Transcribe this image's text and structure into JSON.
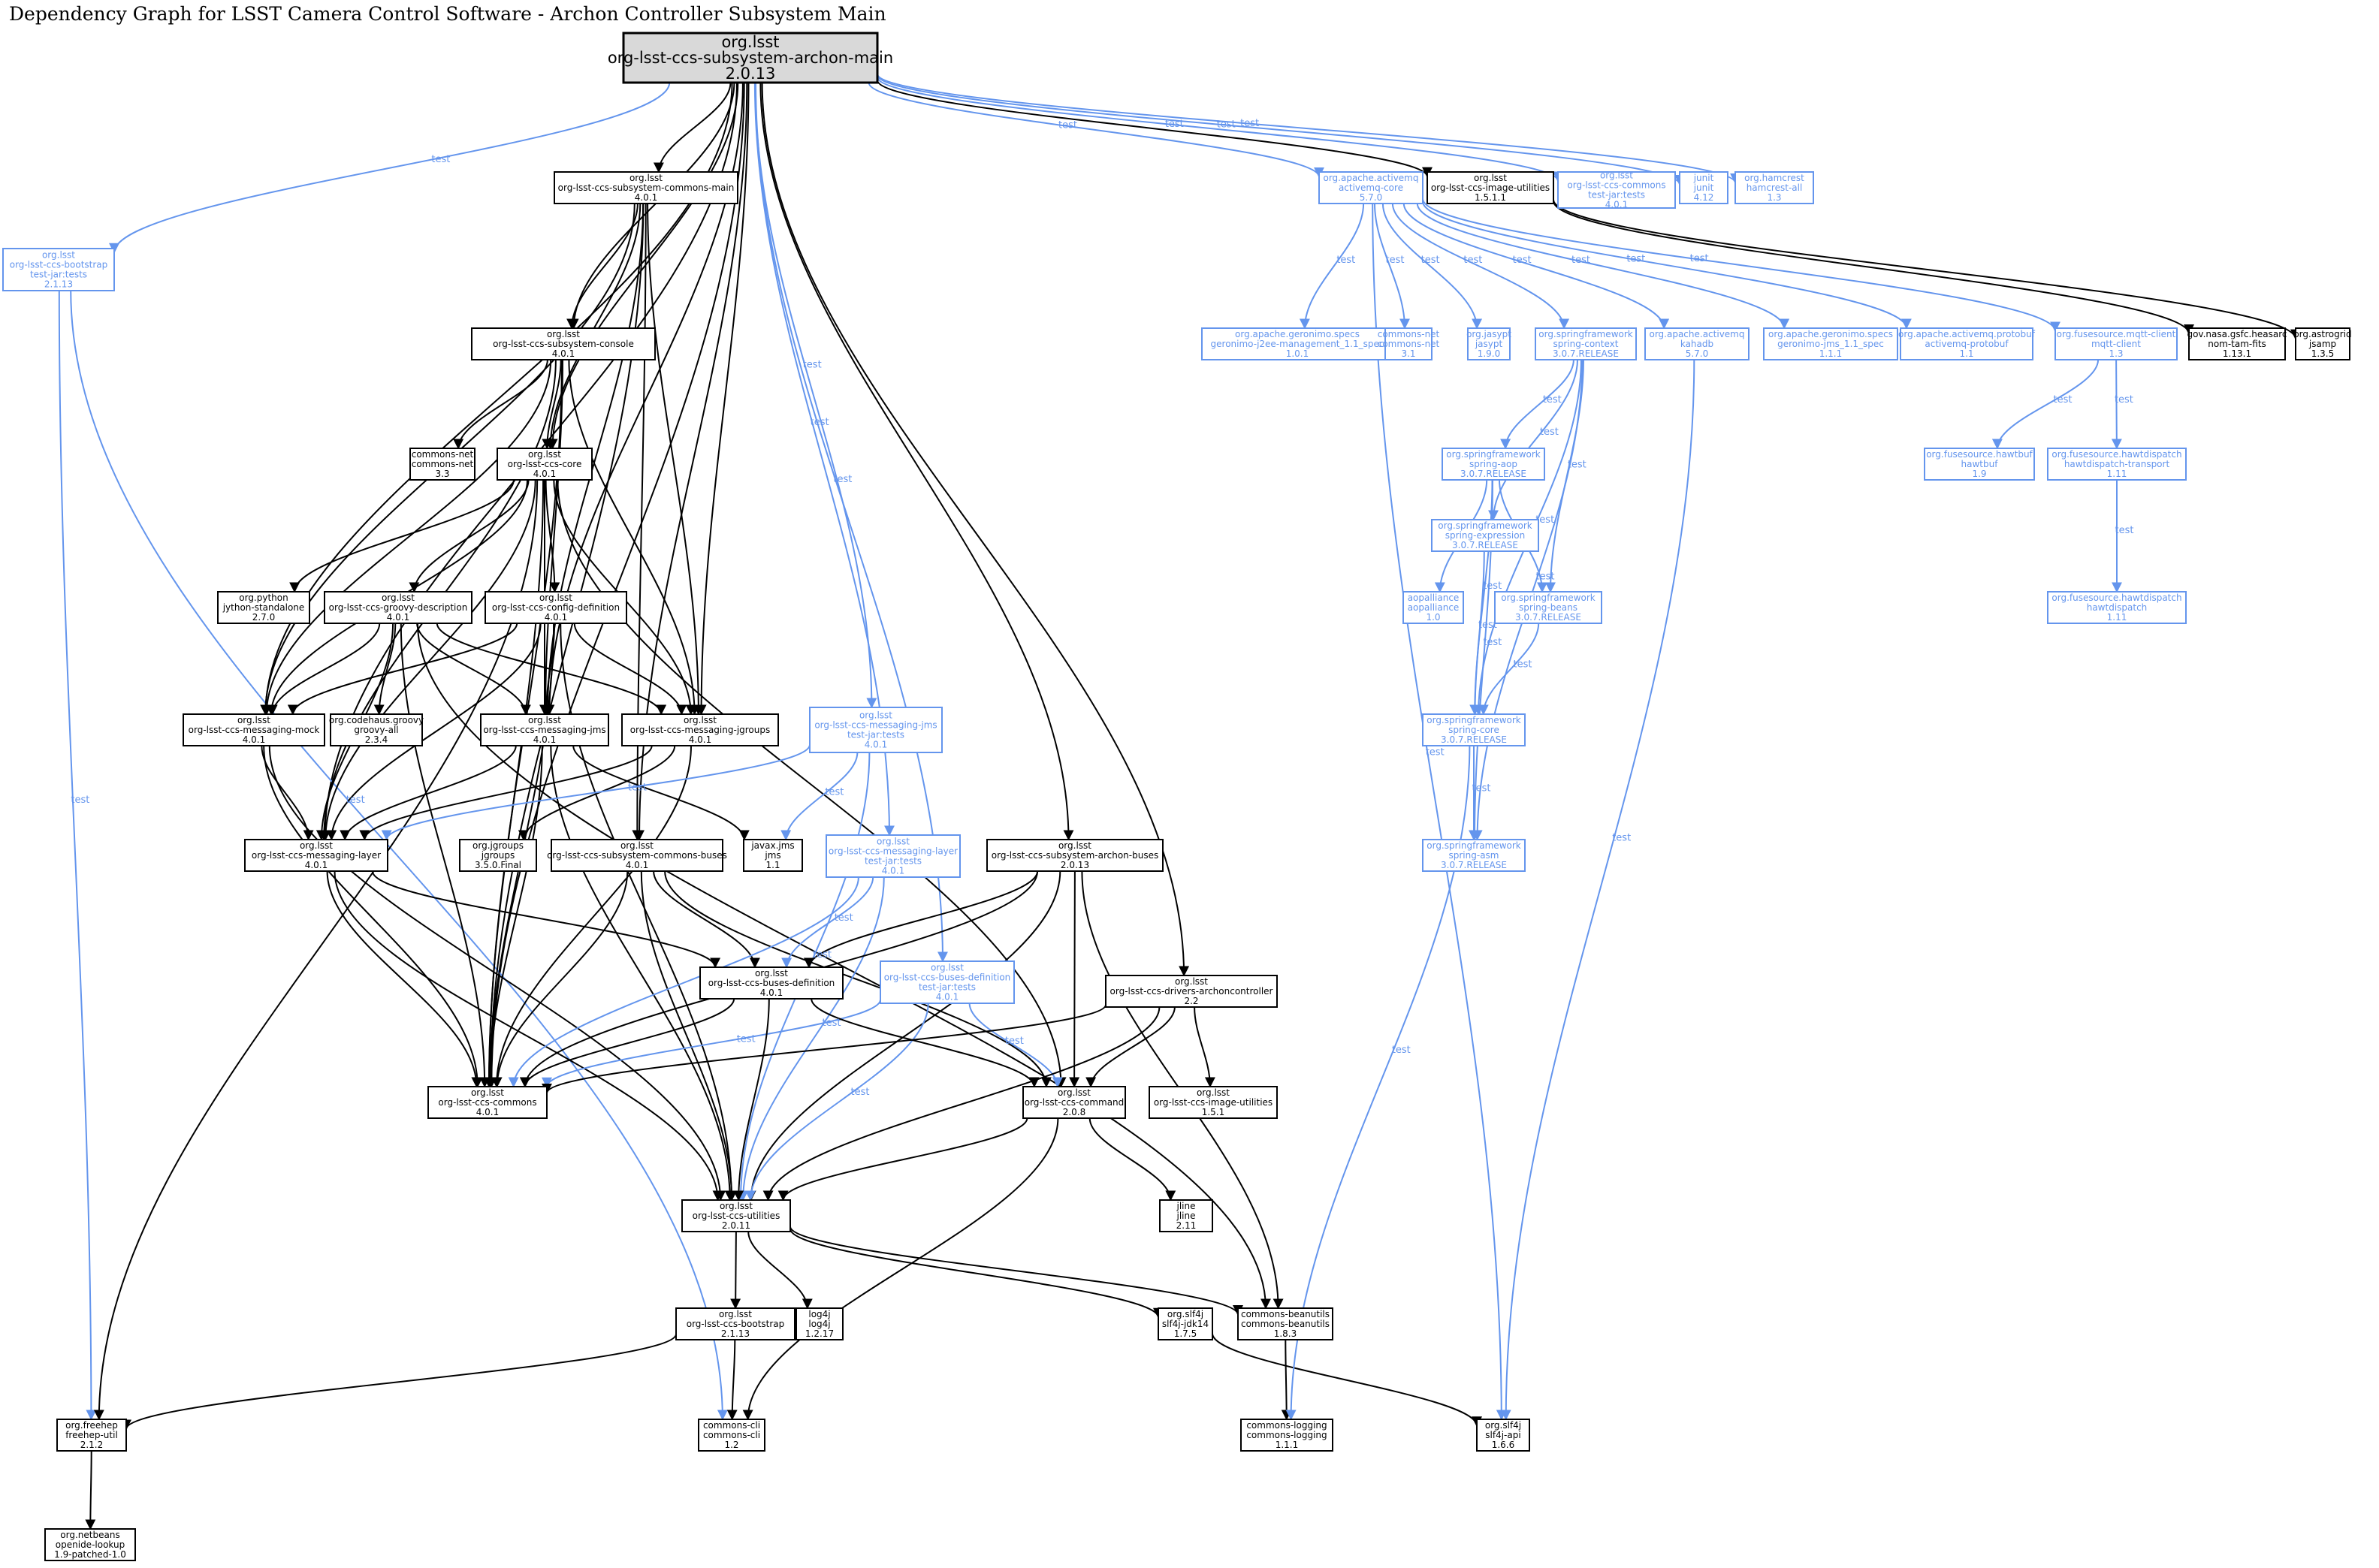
{
  "title": "Dependency Graph for LSST Camera Control Software - Archon Controller Subsystem Main",
  "edge_label": "test",
  "nodes": {
    "root": {
      "lines": [
        "org.lsst",
        "org-lsst-ccs-subsystem-archon-main",
        "2.0.13"
      ],
      "kind": "root"
    },
    "bootstrap_tests": {
      "lines": [
        "org.lsst",
        "org-lsst-ccs-bootstrap",
        "test-jar:tests",
        "2.1.13"
      ],
      "kind": "test"
    },
    "commons_main": {
      "lines": [
        "org.lsst",
        "org-lsst-ccs-subsystem-commons-main",
        "4.0.1"
      ],
      "kind": "dep"
    },
    "console": {
      "lines": [
        "org.lsst",
        "org-lsst-ccs-subsystem-console",
        "4.0.1"
      ],
      "kind": "dep"
    },
    "commons_net_dep": {
      "lines": [
        "commons-net",
        "commons-net",
        "3.3"
      ],
      "kind": "dep"
    },
    "core": {
      "lines": [
        "org.lsst",
        "org-lsst-ccs-core",
        "4.0.1"
      ],
      "kind": "dep"
    },
    "jython": {
      "lines": [
        "org.python",
        "jython-standalone",
        "2.7.0"
      ],
      "kind": "dep"
    },
    "groovy_desc": {
      "lines": [
        "org.lsst",
        "org-lsst-ccs-groovy-description",
        "4.0.1"
      ],
      "kind": "dep"
    },
    "config_def": {
      "lines": [
        "org.lsst",
        "org-lsst-ccs-config-definition",
        "4.0.1"
      ],
      "kind": "dep"
    },
    "msg_mock": {
      "lines": [
        "org.lsst",
        "org-lsst-ccs-messaging-mock",
        "4.0.1"
      ],
      "kind": "dep"
    },
    "groovy_all": {
      "lines": [
        "org.codehaus.groovy",
        "groovy-all",
        "2.3.4"
      ],
      "kind": "dep"
    },
    "msg_jms": {
      "lines": [
        "org.lsst",
        "org-lsst-ccs-messaging-jms",
        "4.0.1"
      ],
      "kind": "dep"
    },
    "msg_jgroups": {
      "lines": [
        "org.lsst",
        "org-lsst-ccs-messaging-jgroups",
        "4.0.1"
      ],
      "kind": "dep"
    },
    "msg_jms_tests": {
      "lines": [
        "org.lsst",
        "org-lsst-ccs-messaging-jms",
        "test-jar:tests",
        "4.0.1"
      ],
      "kind": "test"
    },
    "msg_layer": {
      "lines": [
        "org.lsst",
        "org-lsst-ccs-messaging-layer",
        "4.0.1"
      ],
      "kind": "dep"
    },
    "jgroups": {
      "lines": [
        "org.jgroups",
        "jgroups",
        "3.5.0.Final"
      ],
      "kind": "dep"
    },
    "javax_jms": {
      "lines": [
        "javax.jms",
        "jms",
        "1.1"
      ],
      "kind": "dep"
    },
    "commons_buses": {
      "lines": [
        "org.lsst",
        "org-lsst-ccs-subsystem-commons-buses",
        "4.0.1"
      ],
      "kind": "dep"
    },
    "msg_layer_tests": {
      "lines": [
        "org.lsst",
        "org-lsst-ccs-messaging-layer",
        "test-jar:tests",
        "4.0.1"
      ],
      "kind": "test"
    },
    "archon_buses": {
      "lines": [
        "org.lsst",
        "org-lsst-ccs-subsystem-archon-buses",
        "2.0.13"
      ],
      "kind": "dep"
    },
    "buses_def": {
      "lines": [
        "org.lsst",
        "org-lsst-ccs-buses-definition",
        "4.0.1"
      ],
      "kind": "dep"
    },
    "buses_def_tests": {
      "lines": [
        "org.lsst",
        "org-lsst-ccs-buses-definition",
        "test-jar:tests",
        "4.0.1"
      ],
      "kind": "test"
    },
    "drivers_archon": {
      "lines": [
        "org.lsst",
        "org-lsst-ccs-drivers-archoncontroller",
        "2.2"
      ],
      "kind": "dep"
    },
    "ccs_commons": {
      "lines": [
        "org.lsst",
        "org-lsst-ccs-commons",
        "4.0.1"
      ],
      "kind": "dep"
    },
    "ccs_command": {
      "lines": [
        "org.lsst",
        "org-lsst-ccs-command",
        "2.0.8"
      ],
      "kind": "dep"
    },
    "img_util_low": {
      "lines": [
        "org.lsst",
        "org-lsst-ccs-image-utilities",
        "1.5.1"
      ],
      "kind": "dep"
    },
    "utilities": {
      "lines": [
        "org.lsst",
        "org-lsst-ccs-utilities",
        "2.0.11"
      ],
      "kind": "dep"
    },
    "jline": {
      "lines": [
        "jline",
        "jline",
        "2.11"
      ],
      "kind": "dep"
    },
    "bootstrap": {
      "lines": [
        "org.lsst",
        "org-lsst-ccs-bootstrap",
        "2.1.13"
      ],
      "kind": "dep"
    },
    "log4j": {
      "lines": [
        "log4j",
        "log4j",
        "1.2.17"
      ],
      "kind": "dep"
    },
    "slf4j_jdk14": {
      "lines": [
        "org.slf4j",
        "slf4j-jdk14",
        "1.7.5"
      ],
      "kind": "dep"
    },
    "beanutils": {
      "lines": [
        "commons-beanutils",
        "commons-beanutils",
        "1.8.3"
      ],
      "kind": "dep"
    },
    "freehep": {
      "lines": [
        "org.freehep",
        "freehep-util",
        "2.1.2"
      ],
      "kind": "dep"
    },
    "commons_cli": {
      "lines": [
        "commons-cli",
        "commons-cli",
        "1.2"
      ],
      "kind": "dep"
    },
    "commons_logging": {
      "lines": [
        "commons-logging",
        "commons-logging",
        "1.1.1"
      ],
      "kind": "dep"
    },
    "slf4j_api": {
      "lines": [
        "org.slf4j",
        "slf4j-api",
        "1.6.6"
      ],
      "kind": "dep"
    },
    "netbeans": {
      "lines": [
        "org.netbeans",
        "openide-lookup",
        "1.9-patched-1.0"
      ],
      "kind": "dep"
    },
    "activemq_core": {
      "lines": [
        "org.apache.activemq",
        "activemq-core",
        "5.7.0"
      ],
      "kind": "test"
    },
    "img_util_top": {
      "lines": [
        "org.lsst",
        "org-lsst-ccs-image-utilities",
        "1.5.1.1"
      ],
      "kind": "dep"
    },
    "ccs_commons_tests": {
      "lines": [
        "org.lsst",
        "org-lsst-ccs-commons",
        "test-jar:tests",
        "4.0.1"
      ],
      "kind": "test"
    },
    "junit": {
      "lines": [
        "junit",
        "junit",
        "4.12"
      ],
      "kind": "test"
    },
    "hamcrest": {
      "lines": [
        "org.hamcrest",
        "hamcrest-all",
        "1.3"
      ],
      "kind": "test"
    },
    "geronimo_j2ee": {
      "lines": [
        "org.apache.geronimo.specs",
        "geronimo-j2ee-management_1.1_spec",
        "1.0.1"
      ],
      "kind": "test"
    },
    "commons_net_test": {
      "lines": [
        "commons-net",
        "commons-net",
        "3.1"
      ],
      "kind": "test"
    },
    "jasypt": {
      "lines": [
        "org.jasypt",
        "jasypt",
        "1.9.0"
      ],
      "kind": "test"
    },
    "spring_context": {
      "lines": [
        "org.springframework",
        "spring-context",
        "3.0.7.RELEASE"
      ],
      "kind": "test"
    },
    "kahadb": {
      "lines": [
        "org.apache.activemq",
        "kahadb",
        "5.7.0"
      ],
      "kind": "test"
    },
    "geronimo_jms": {
      "lines": [
        "org.apache.geronimo.specs",
        "geronimo-jms_1.1_spec",
        "1.1.1"
      ],
      "kind": "test"
    },
    "activemq_protobuf": {
      "lines": [
        "org.apache.activemq.protobuf",
        "activemq-protobuf",
        "1.1"
      ],
      "kind": "test"
    },
    "mqtt_client": {
      "lines": [
        "org.fusesource.mqtt-client",
        "mqtt-client",
        "1.3"
      ],
      "kind": "test"
    },
    "nom_tam_fits": {
      "lines": [
        "gov.nasa.gsfc.heasarc",
        "nom-tam-fits",
        "1.13.1"
      ],
      "kind": "dep"
    },
    "jsamp": {
      "lines": [
        "org.astrogrid",
        "jsamp",
        "1.3.5"
      ],
      "kind": "dep"
    },
    "spring_aop": {
      "lines": [
        "org.springframework",
        "spring-aop",
        "3.0.7.RELEASE"
      ],
      "kind": "test"
    },
    "spring_expression": {
      "lines": [
        "org.springframework",
        "spring-expression",
        "3.0.7.RELEASE"
      ],
      "kind": "test"
    },
    "aopalliance": {
      "lines": [
        "aopalliance",
        "aopalliance",
        "1.0"
      ],
      "kind": "test"
    },
    "spring_beans": {
      "lines": [
        "org.springframework",
        "spring-beans",
        "3.0.7.RELEASE"
      ],
      "kind": "test"
    },
    "spring_core": {
      "lines": [
        "org.springframework",
        "spring-core",
        "3.0.7.RELEASE"
      ],
      "kind": "test"
    },
    "spring_asm": {
      "lines": [
        "org.springframework",
        "spring-asm",
        "3.0.7.RELEASE"
      ],
      "kind": "test"
    },
    "hawtbuf": {
      "lines": [
        "org.fusesource.hawtbuf",
        "hawtbuf",
        "1.9"
      ],
      "kind": "test"
    },
    "hawtdispatch_transport": {
      "lines": [
        "org.fusesource.hawtdispatch",
        "hawtdispatch-transport",
        "1.11"
      ],
      "kind": "test"
    },
    "hawtdispatch": {
      "lines": [
        "org.fusesource.hawtdispatch",
        "hawtdispatch",
        "1.11"
      ],
      "kind": "test"
    }
  },
  "edges": [
    [
      "root",
      "bootstrap_tests",
      "test"
    ],
    [
      "root",
      "commons_main",
      "dep"
    ],
    [
      "root",
      "console",
      "dep"
    ],
    [
      "root",
      "core",
      "dep"
    ],
    [
      "root",
      "msg_mock",
      "dep"
    ],
    [
      "root",
      "msg_layer",
      "dep"
    ],
    [
      "root",
      "msg_jms",
      "dep"
    ],
    [
      "root",
      "msg_jgroups",
      "dep"
    ],
    [
      "root",
      "ccs_commons",
      "dep"
    ],
    [
      "root",
      "commons_buses",
      "dep"
    ],
    [
      "root",
      "msg_jms_tests",
      "test"
    ],
    [
      "root",
      "msg_layer_tests",
      "test"
    ],
    [
      "root",
      "buses_def_tests",
      "test"
    ],
    [
      "root",
      "archon_buses",
      "dep"
    ],
    [
      "root",
      "drivers_archon",
      "dep"
    ],
    [
      "root",
      "activemq_core",
      "test"
    ],
    [
      "root",
      "img_util_top",
      "dep"
    ],
    [
      "root",
      "ccs_commons_tests",
      "test"
    ],
    [
      "root",
      "junit",
      "test"
    ],
    [
      "root",
      "hamcrest",
      "test"
    ],
    [
      "bootstrap_tests",
      "freehep",
      "test"
    ],
    [
      "bootstrap_tests",
      "commons_cli",
      "test"
    ],
    [
      "commons_main",
      "console",
      "dep"
    ],
    [
      "commons_main",
      "core",
      "dep"
    ],
    [
      "commons_main",
      "msg_mock",
      "dep"
    ],
    [
      "commons_main",
      "msg_jms",
      "dep"
    ],
    [
      "commons_main",
      "msg_jgroups",
      "dep"
    ],
    [
      "commons_main",
      "ccs_commons",
      "dep"
    ],
    [
      "commons_main",
      "commons_buses",
      "dep"
    ],
    [
      "console",
      "commons_net_dep",
      "dep"
    ],
    [
      "console",
      "core",
      "dep"
    ],
    [
      "console",
      "msg_mock",
      "dep"
    ],
    [
      "console",
      "msg_layer",
      "dep"
    ],
    [
      "console",
      "msg_jms",
      "dep"
    ],
    [
      "console",
      "msg_jgroups",
      "dep"
    ],
    [
      "console",
      "ccs_commons",
      "dep"
    ],
    [
      "core",
      "jython",
      "dep"
    ],
    [
      "core",
      "groovy_desc",
      "dep"
    ],
    [
      "core",
      "config_def",
      "dep"
    ],
    [
      "core",
      "msg_mock",
      "dep"
    ],
    [
      "core",
      "msg_jms",
      "dep"
    ],
    [
      "core",
      "msg_jgroups",
      "dep"
    ],
    [
      "core",
      "msg_layer",
      "dep"
    ],
    [
      "core",
      "ccs_commons",
      "dep"
    ],
    [
      "core",
      "ccs_command",
      "dep"
    ],
    [
      "core",
      "freehep",
      "dep"
    ],
    [
      "groovy_desc",
      "groovy_all",
      "dep"
    ],
    [
      "groovy_desc",
      "msg_mock",
      "dep"
    ],
    [
      "groovy_desc",
      "msg_jms",
      "dep"
    ],
    [
      "groovy_desc",
      "msg_jgroups",
      "dep"
    ],
    [
      "groovy_desc",
      "msg_layer",
      "dep"
    ],
    [
      "groovy_desc",
      "ccs_commons",
      "dep"
    ],
    [
      "groovy_desc",
      "beanutils",
      "dep"
    ],
    [
      "config_def",
      "msg_mock",
      "dep"
    ],
    [
      "config_def",
      "msg_jms",
      "dep"
    ],
    [
      "config_def",
      "msg_jgroups",
      "dep"
    ],
    [
      "config_def",
      "msg_layer",
      "dep"
    ],
    [
      "config_def",
      "ccs_commons",
      "dep"
    ],
    [
      "config_def",
      "utilities",
      "dep"
    ],
    [
      "msg_mock",
      "msg_layer",
      "dep"
    ],
    [
      "msg_mock",
      "ccs_commons",
      "dep"
    ],
    [
      "msg_mock",
      "utilities",
      "dep"
    ],
    [
      "msg_jms",
      "msg_layer",
      "dep"
    ],
    [
      "msg_jms",
      "javax_jms",
      "dep"
    ],
    [
      "msg_jms",
      "ccs_commons",
      "dep"
    ],
    [
      "msg_jms",
      "utilities",
      "dep"
    ],
    [
      "msg_jgroups",
      "msg_layer",
      "dep"
    ],
    [
      "msg_jgroups",
      "jgroups",
      "dep"
    ],
    [
      "msg_jgroups",
      "ccs_commons",
      "dep"
    ],
    [
      "msg_jms_tests",
      "msg_layer",
      "test"
    ],
    [
      "msg_jms_tests",
      "javax_jms",
      "test"
    ],
    [
      "msg_jms_tests",
      "utilities",
      "test"
    ],
    [
      "msg_layer",
      "buses_def",
      "dep"
    ],
    [
      "msg_layer",
      "ccs_commons",
      "dep"
    ],
    [
      "msg_layer",
      "utilities",
      "dep"
    ],
    [
      "commons_buses",
      "buses_def",
      "dep"
    ],
    [
      "commons_buses",
      "ccs_commons",
      "dep"
    ],
    [
      "commons_buses",
      "ccs_command",
      "dep"
    ],
    [
      "commons_buses",
      "utilities",
      "dep"
    ],
    [
      "msg_layer_tests",
      "buses_def",
      "test"
    ],
    [
      "msg_layer_tests",
      "ccs_commons",
      "test"
    ],
    [
      "msg_layer_tests",
      "utilities",
      "test"
    ],
    [
      "archon_buses",
      "buses_def",
      "dep"
    ],
    [
      "archon_buses",
      "ccs_command",
      "dep"
    ],
    [
      "archon_buses",
      "utilities",
      "dep"
    ],
    [
      "archon_buses",
      "beanutils",
      "dep"
    ],
    [
      "archon_buses",
      "ccs_commons",
      "dep"
    ],
    [
      "buses_def_tests",
      "ccs_commons",
      "test"
    ],
    [
      "buses_def_tests",
      "ccs_command",
      "test"
    ],
    [
      "buses_def_tests",
      "utilities",
      "test"
    ],
    [
      "buses_def",
      "ccs_commons",
      "dep"
    ],
    [
      "buses_def",
      "ccs_command",
      "dep"
    ],
    [
      "buses_def",
      "utilities",
      "dep"
    ],
    [
      "drivers_archon",
      "ccs_commons",
      "dep"
    ],
    [
      "drivers_archon",
      "ccs_command",
      "dep"
    ],
    [
      "drivers_archon",
      "img_util_low",
      "dep"
    ],
    [
      "drivers_archon",
      "utilities",
      "dep"
    ],
    [
      "ccs_command",
      "utilities",
      "dep"
    ],
    [
      "ccs_command",
      "jline",
      "dep"
    ],
    [
      "ccs_command",
      "commons_cli",
      "dep"
    ],
    [
      "utilities",
      "bootstrap",
      "dep"
    ],
    [
      "utilities",
      "log4j",
      "dep"
    ],
    [
      "utilities",
      "slf4j_jdk14",
      "dep"
    ],
    [
      "utilities",
      "beanutils",
      "dep"
    ],
    [
      "bootstrap",
      "freehep",
      "dep"
    ],
    [
      "bootstrap",
      "commons_cli",
      "dep"
    ],
    [
      "slf4j_jdk14",
      "slf4j_api",
      "dep"
    ],
    [
      "beanutils",
      "commons_logging",
      "dep"
    ],
    [
      "freehep",
      "netbeans",
      "dep"
    ],
    [
      "activemq_core",
      "geronimo_j2ee",
      "test"
    ],
    [
      "activemq_core",
      "commons_net_test",
      "test"
    ],
    [
      "activemq_core",
      "jasypt",
      "test"
    ],
    [
      "activemq_core",
      "spring_context",
      "test"
    ],
    [
      "activemq_core",
      "kahadb",
      "test"
    ],
    [
      "activemq_core",
      "geronimo_jms",
      "test"
    ],
    [
      "activemq_core",
      "activemq_protobuf",
      "test"
    ],
    [
      "activemq_core",
      "mqtt_client",
      "test"
    ],
    [
      "activemq_core",
      "slf4j_api",
      "test"
    ],
    [
      "img_util_top",
      "nom_tam_fits",
      "dep"
    ],
    [
      "img_util_top",
      "jsamp",
      "dep"
    ],
    [
      "spring_context",
      "spring_aop",
      "test"
    ],
    [
      "spring_context",
      "spring_expression",
      "test"
    ],
    [
      "spring_context",
      "spring_beans",
      "test"
    ],
    [
      "spring_context",
      "spring_core",
      "test"
    ],
    [
      "spring_context",
      "spring_asm",
      "test"
    ],
    [
      "spring_aop",
      "aopalliance",
      "test"
    ],
    [
      "spring_aop",
      "spring_beans",
      "test"
    ],
    [
      "spring_aop",
      "spring_core",
      "test"
    ],
    [
      "spring_aop",
      "spring_asm",
      "test"
    ],
    [
      "spring_expression",
      "spring_core",
      "test"
    ],
    [
      "spring_beans",
      "spring_core",
      "test"
    ],
    [
      "spring_core",
      "spring_asm",
      "test"
    ],
    [
      "spring_core",
      "commons_logging",
      "test"
    ],
    [
      "kahadb",
      "slf4j_api",
      "test"
    ],
    [
      "mqtt_client",
      "hawtbuf",
      "test"
    ],
    [
      "mqtt_client",
      "hawtdispatch_transport",
      "test"
    ],
    [
      "hawtdispatch_transport",
      "hawtdispatch",
      "test"
    ]
  ]
}
